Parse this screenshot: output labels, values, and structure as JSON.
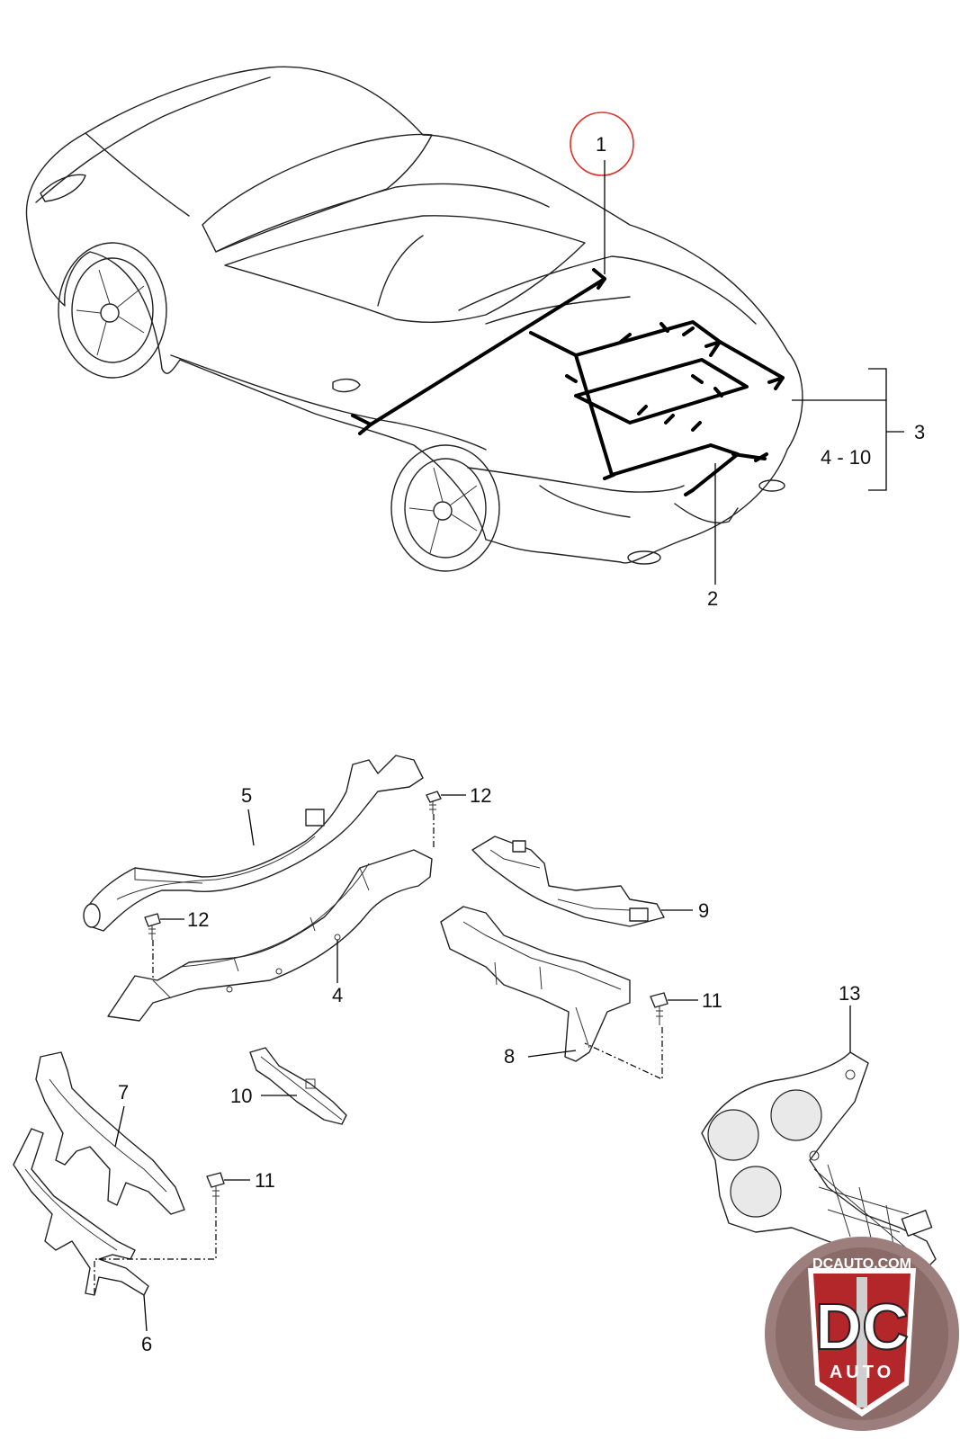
{
  "callouts": {
    "c1": "1",
    "c2": "2",
    "c3": "3",
    "c4_10": "4 - 10",
    "c4": "4",
    "c5": "5",
    "c6": "6",
    "c7": "7",
    "c8": "8",
    "c9": "9",
    "c10": "10",
    "c11a": "11",
    "c11b": "11",
    "c12a": "12",
    "c12b": "12",
    "c13": "13"
  },
  "logo": {
    "site": "DCAUTO.COM",
    "mark": "DC",
    "sub": "AUTO"
  },
  "colors": {
    "highlight_circle": "#d9342b",
    "logo_red": "#b3262a",
    "logo_outer": "#9c7f7c"
  }
}
